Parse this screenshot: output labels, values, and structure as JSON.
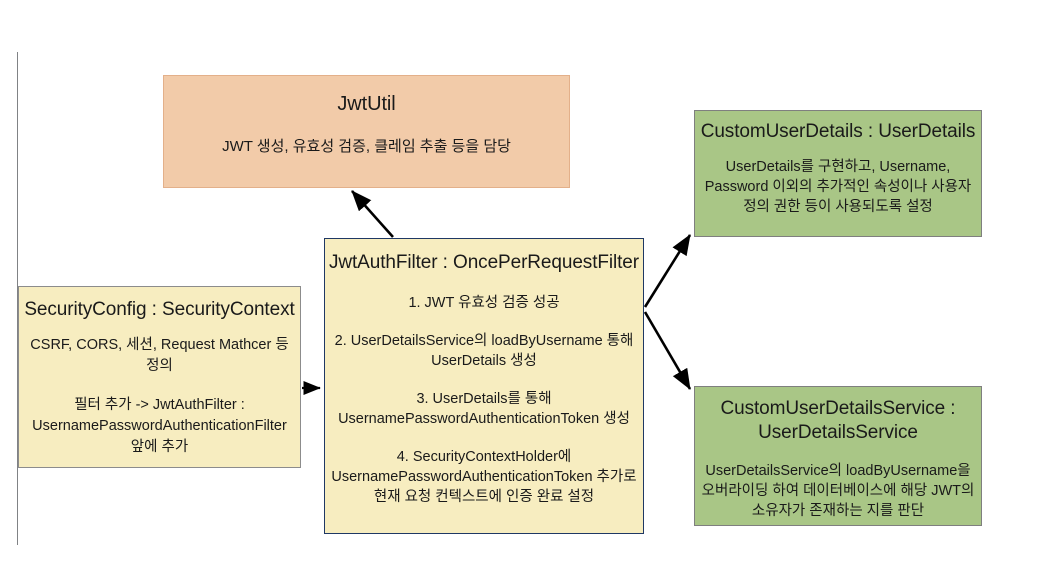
{
  "diagram": {
    "background_color": "#ffffff",
    "nodes": {
      "jwtutil": {
        "title": "JwtUtil",
        "body": "JWT 생성, 유효성 검증, 클레임 추출 등을 담당",
        "fill_color": "#F2CBA9",
        "border_color": "#E3B08A"
      },
      "securityconfig": {
        "title": "SecurityConfig : SecurityContext",
        "body1": "CSRF, CORS, 세션, Request Mathcer 등 정의",
        "body2": "필터 추가 -> JwtAuthFilter : UsernamePasswordAuthenticationFilter 앞에 추가",
        "fill_color": "#F7EDC0",
        "border_color": "#8C8C8C"
      },
      "jwtauthfilter": {
        "title": "JwtAuthFilter : OncePerRequestFilter",
        "step1": "1. JWT 유효성 검증 성공",
        "step2": "2. UserDetailsService의 loadByUsername 통해 UserDetails 생성",
        "step3": "3. UserDetails를 통해 UsernamePasswordAuthenticationToken 생성",
        "step4": "4. SecurityContextHolder에 UsernamePasswordAuthenticationToken 추가로 현재 요청 컨텍스트에 인증 완료 설정",
        "fill_color": "#F7EDC0",
        "border_color": "#1F3864"
      },
      "customuserdetails": {
        "title": "CustomUserDetails : UserDetails",
        "body": "UserDetails를 구현하고, Username, Password 이외의 추가적인 속성이나 사용자 정의 권한 등이 사용되도록 설정",
        "fill_color": "#A9C686",
        "border_color": "#7F7F7F"
      },
      "customuserdetailsservice": {
        "title": "CustomUserDetailsService : UserDetailsService",
        "body": "UserDetailsService의 loadByUsername을 오버라이딩 하여 데이터베이스에 해당 JWT의 소유자가 존재하는 지를 판단",
        "fill_color": "#A9C686",
        "border_color": "#7F7F7F"
      }
    },
    "connectors": {
      "color": "#000000",
      "edges": [
        {
          "from": "securityconfig",
          "to": "jwtauthfilter"
        },
        {
          "from": "jwtauthfilter",
          "to": "jwtutil"
        },
        {
          "from": "jwtauthfilter",
          "to": "customuserdetails"
        },
        {
          "from": "jwtauthfilter",
          "to": "customuserdetailsservice"
        }
      ]
    }
  }
}
